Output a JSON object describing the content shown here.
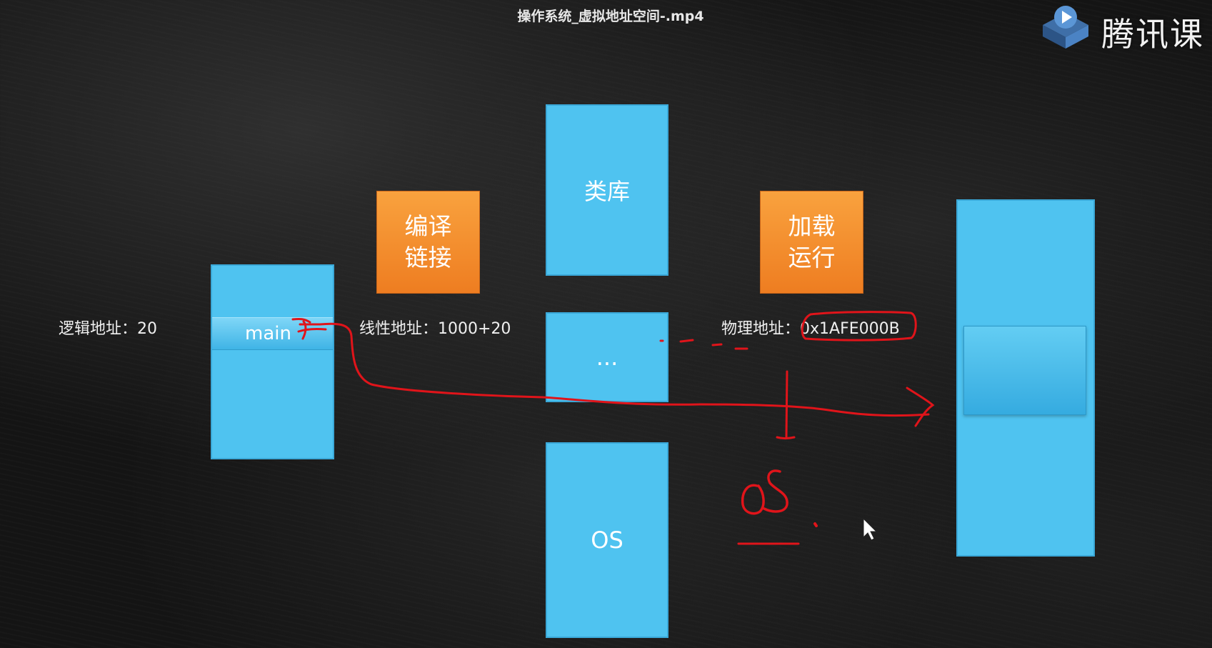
{
  "video": {
    "title": "操作系统_虚拟地址空间-.mp4"
  },
  "watermark": {
    "logo_icon": "tencent-classroom-play-icon",
    "text": "腾讯课"
  },
  "diagram": {
    "program_box": {
      "main_label": "main"
    },
    "compile_link": {
      "line1": "编译",
      "line2": "链接"
    },
    "load_run": {
      "line1": "加载",
      "line2": "运行"
    },
    "class_library": {
      "label": "类库"
    },
    "middle_box": {
      "label": "..."
    },
    "os_box": {
      "label": "OS"
    },
    "logical_address": "逻辑地址：20",
    "linear_address": "线性地址：1000+20",
    "physical_address_label": "物理地址：",
    "physical_address_value": "0x1AFE000B"
  },
  "annotations": {
    "handwritten_os": "OS",
    "color": "#e0141a"
  },
  "colors": {
    "box_blue": "#4fc3f0",
    "box_orange": "#f28a2a",
    "background": "#141414"
  }
}
